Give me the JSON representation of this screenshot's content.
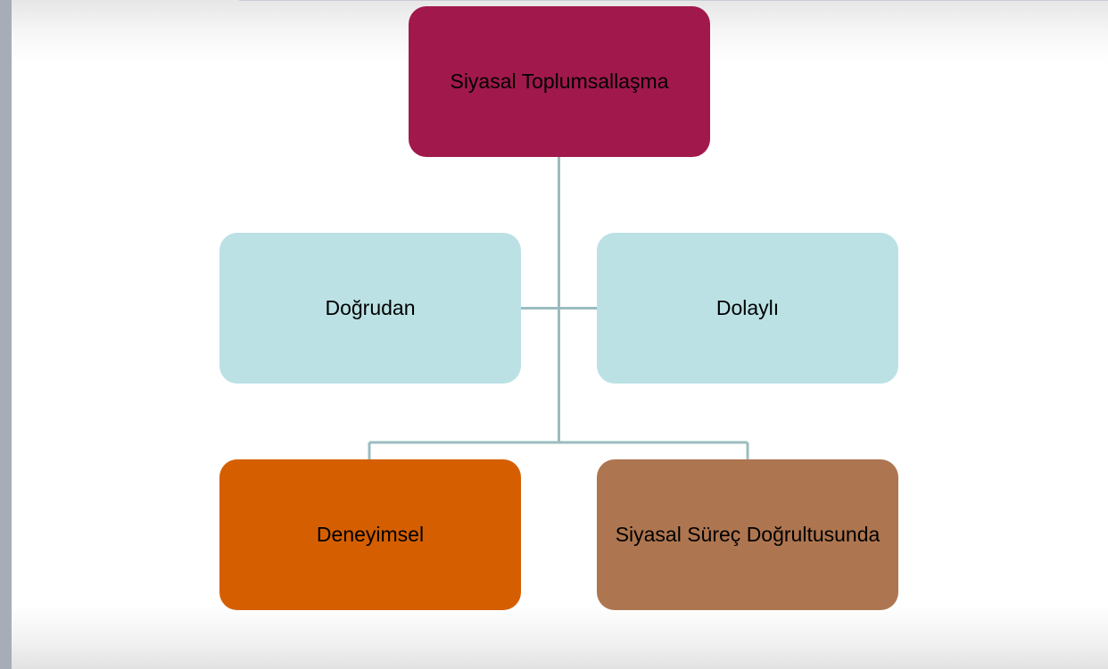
{
  "diagram": {
    "colors": {
      "connector": "#9bbcbf",
      "root": "#a1194c",
      "assistant": "#bbe1e4",
      "child_left": "#d55f00",
      "child_right": "#ae7650"
    },
    "nodes": {
      "root": {
        "label": "Siyasal Toplumsallaşma",
        "color": "#a1194c"
      },
      "assistant_left": {
        "label": "Doğrudan",
        "color": "#bbe1e4"
      },
      "assistant_right": {
        "label": "Dolaylı",
        "color": "#bbe1e4"
      },
      "child_left": {
        "label": "Deneyimsel",
        "color": "#d55f00"
      },
      "child_right": {
        "label": "Siyasal Süreç Doğrultusunda",
        "color": "#ae7650"
      }
    }
  }
}
